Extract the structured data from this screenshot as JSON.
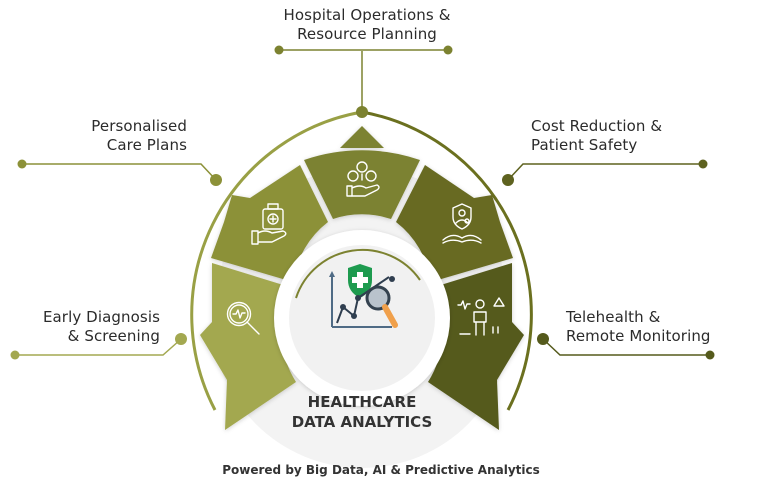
{
  "diagram": {
    "title_line1": "HEALTHCARE",
    "title_line2": "DATA ANALYTICS",
    "footer": "Powered by  Big Data, AI & Predictive Analytics",
    "colors": {
      "segment_early": "#a3a850",
      "segment_personalised": "#8c9138",
      "segment_hospital": "#7c8230",
      "segment_cost": "#676b22",
      "segment_telehealth": "#555a1c",
      "arc_light": "#99a045",
      "arc_dark": "#5a5e1e",
      "center_disk": "#f2f2f2",
      "text": "#2b2b2b"
    },
    "segments": [
      {
        "id": "early-diagnosis",
        "line1": "Early Diagnosis",
        "line2": "& Screening",
        "icon": "magnifier-pulse-icon"
      },
      {
        "id": "personalised-care",
        "line1": "Personalised",
        "line2": "Care Plans",
        "icon": "medkit-hand-icon"
      },
      {
        "id": "hospital-operations",
        "line1": "Hospital Operations &",
        "line2": "Resource Planning",
        "icon": "resources-hand-icon"
      },
      {
        "id": "cost-reduction",
        "line1": "Cost Reduction &",
        "line2": "Patient Safety",
        "icon": "shield-person-hands-icon"
      },
      {
        "id": "telehealth",
        "line1": "Telehealth &",
        "line2": "Remote Monitoring",
        "icon": "remote-monitoring-person-icon"
      }
    ],
    "center_icon": "analytics-shield-chart-icon"
  }
}
